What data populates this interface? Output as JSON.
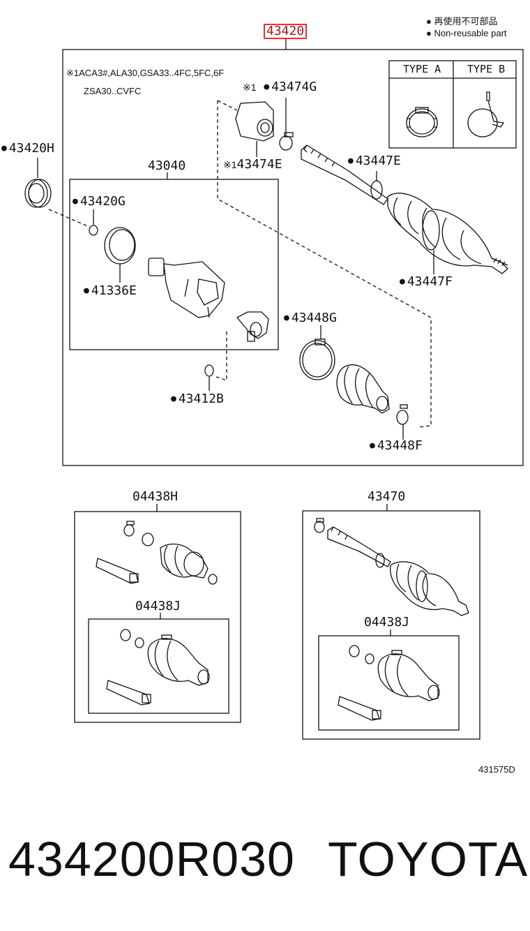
{
  "legend": {
    "non_reusable_cn": "再使用不可部品",
    "non_reusable_en": "Non-reusable part"
  },
  "main_assembly": "43420",
  "note": {
    "line1": "ACA3#,ALA30,GSA33..4FC,5FC,6F",
    "line2": "ZSA30..CVFC",
    "mark": "※1"
  },
  "types": {
    "a": "TYPE A",
    "b": "TYPE B"
  },
  "parts": {
    "p43420H": "43420H",
    "p43040": "43040",
    "p43420G": "43420G",
    "p41336E": "41336E",
    "p43474G": "43474G",
    "p43474E": "43474E",
    "p43447E": "43447E",
    "p43447F": "43447F",
    "p43448G": "43448G",
    "p43412B": "43412B",
    "p43448F": "43448F",
    "p04438H": "04438H",
    "p04438J_left": "04438J",
    "p43470": "43470",
    "p04438J_right": "04438J"
  },
  "drawing_id": "431575D",
  "footer": {
    "part_number": "434200R030",
    "brand": "TOYOTA"
  },
  "colors": {
    "highlight": "#d23a3a",
    "line": "#111111"
  }
}
